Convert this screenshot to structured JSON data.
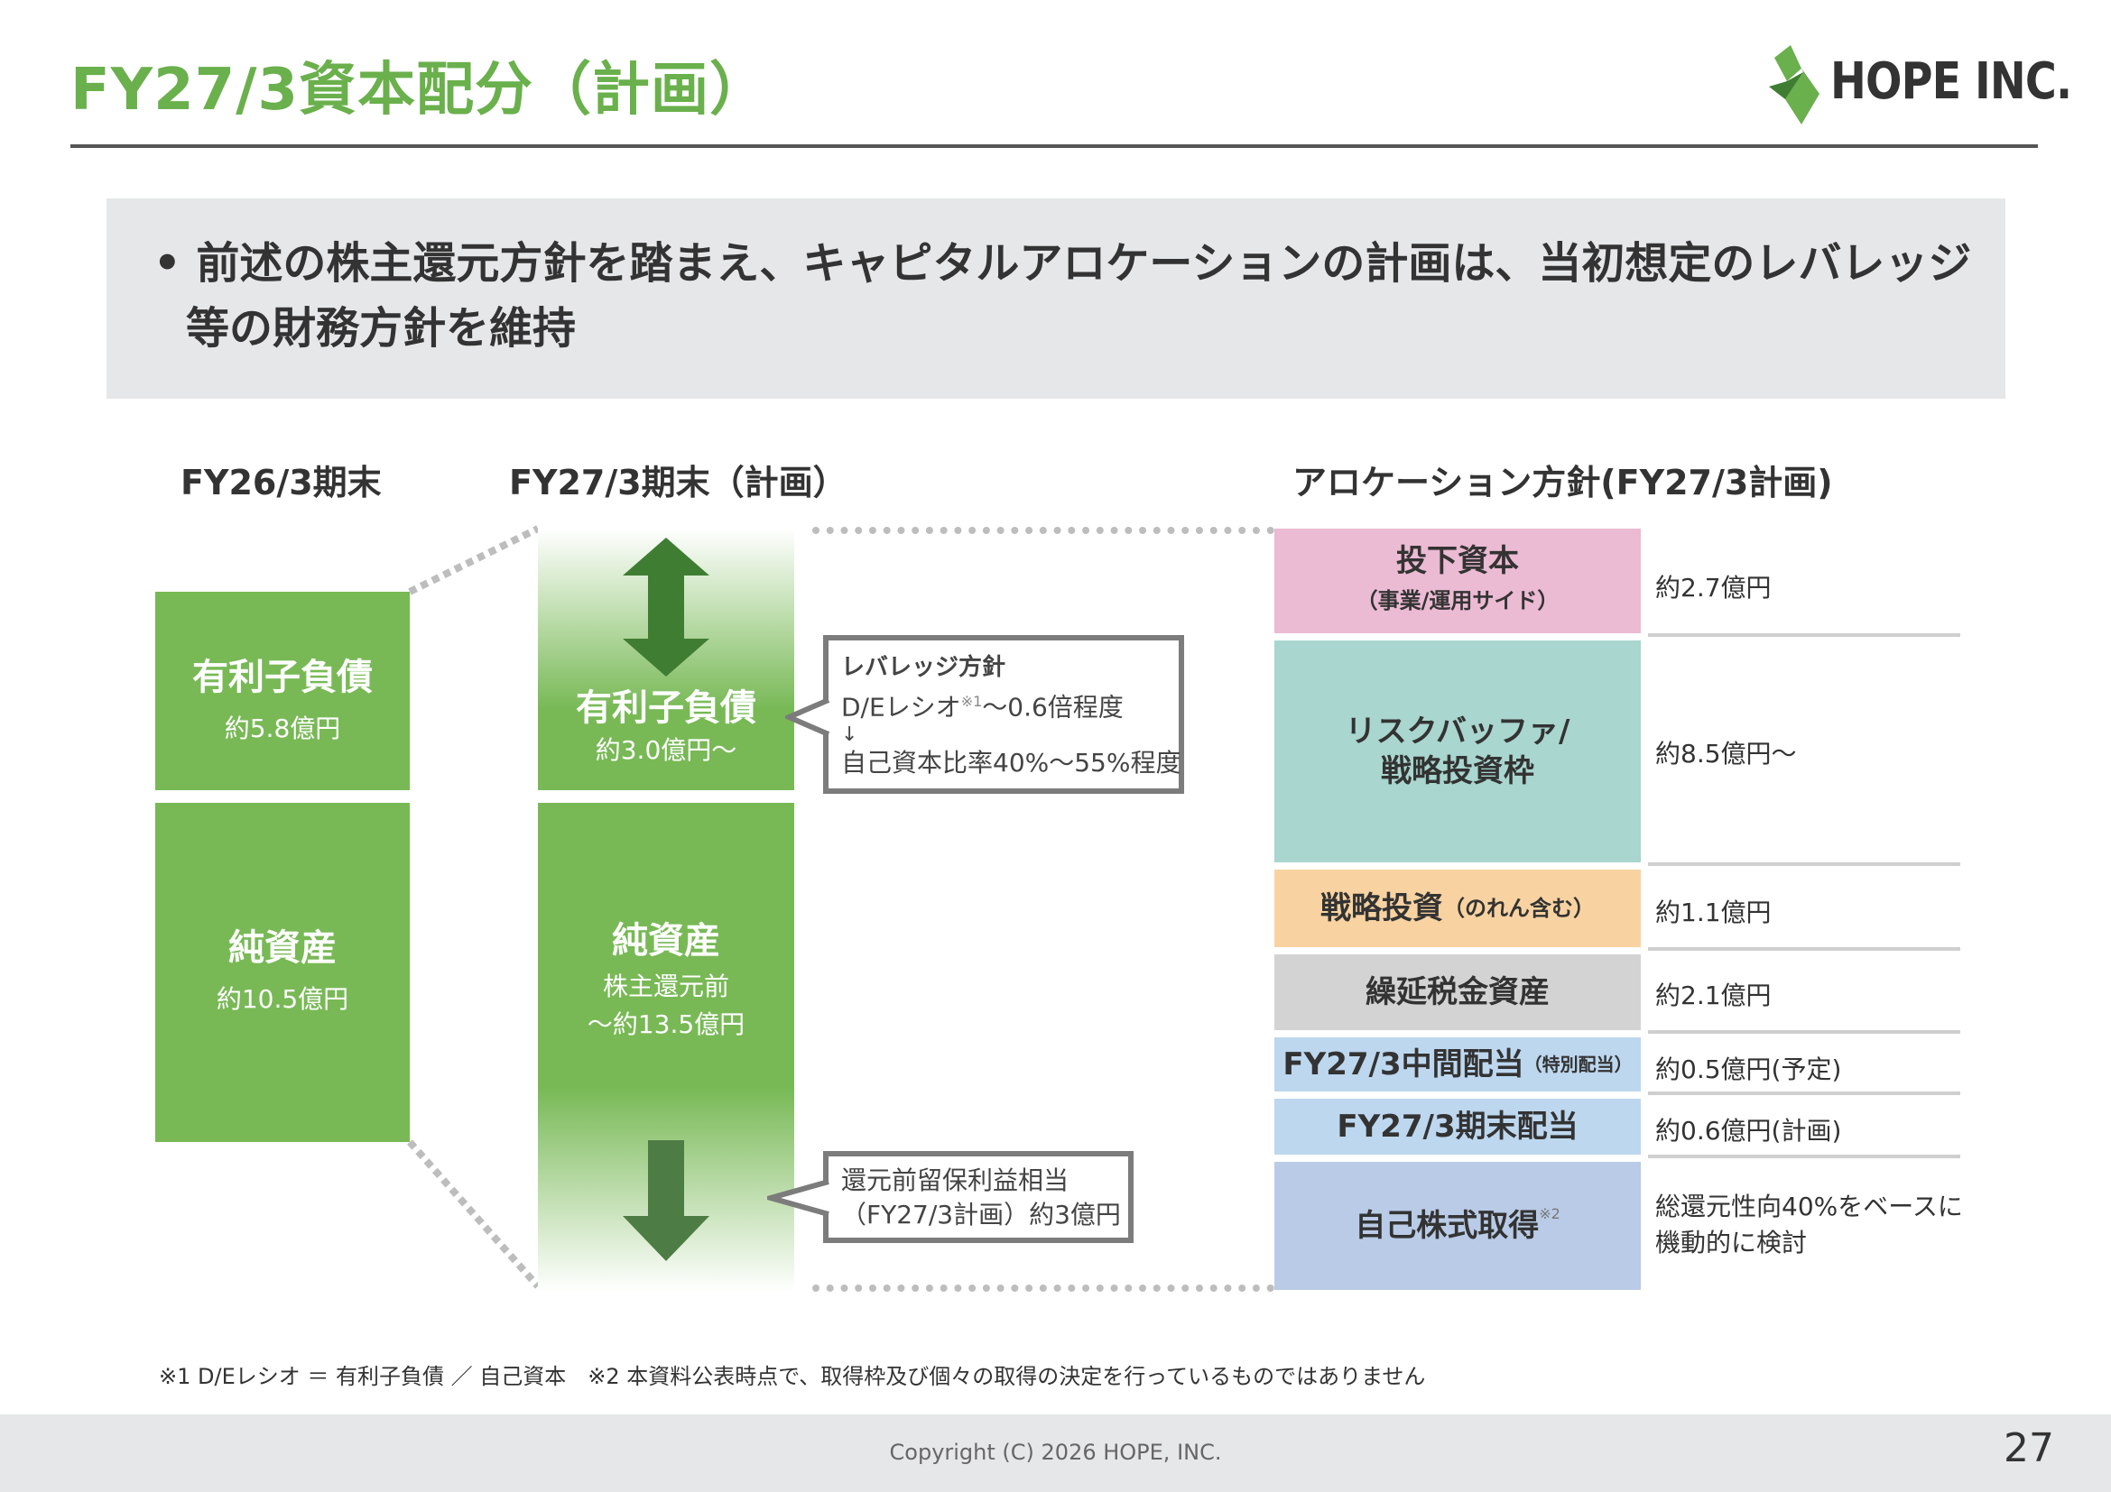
{
  "header": {
    "title": "FY27/3資本配分（計画）",
    "logo_text": "HOPE INC."
  },
  "summary": {
    "line1": "• 前述の株主還元方針を踏まえ、キャピタルアロケーションの計画は、当初想定のレバレッジ",
    "line2": "等の財務方針を維持"
  },
  "columns": {
    "fy26": "FY26/3期末",
    "fy27": "FY27/3期末（計画）",
    "allocation": "アロケーション方針(FY27/3計画)"
  },
  "fy26": {
    "debt_label": "有利子負債",
    "debt_value": "約5.8億円",
    "equity_label": "純資産",
    "equity_value": "約10.5億円"
  },
  "fy27": {
    "debt_label": "有利子負債",
    "debt_value": "約3.0億円～",
    "equity_label": "純資産",
    "equity_sub1": "株主還元前",
    "equity_sub2": "～約13.5億円"
  },
  "callouts": {
    "leverage_title": "レバレッジ方針",
    "leverage_line1": "D/Eレシオ",
    "leverage_note": "※1",
    "leverage_line1b": "～0.6倍程度",
    "leverage_arrow": "↓",
    "leverage_line2": "自己資本比率40%～55%程度",
    "retained_line1": "還元前留保利益相当",
    "retained_line2": "（FY27/3計画）約3億円"
  },
  "allocation": [
    {
      "label": "投下資本",
      "sub": "（事業/運用サイド）",
      "value": "約2.7億円",
      "color": "#ebbad3"
    },
    {
      "label": "リスクバッファ/\n戦略投資枠",
      "sub": "",
      "value": "約8.5億円～",
      "color": "#a9d6cf"
    },
    {
      "label": "戦略投資",
      "sub": "（のれん含む）",
      "value": "約1.1億円",
      "color": "#f8d3a1"
    },
    {
      "label": "繰延税金資産",
      "sub": "",
      "value": "約2.1億円",
      "color": "#d3d3d3"
    },
    {
      "label": "FY27/3中間配当",
      "sub": "（特別配当）",
      "value": "約0.5億円(予定)",
      "color": "#bdd7ef"
    },
    {
      "label": "FY27/3期末配当",
      "sub": "",
      "value": "約0.6億円(計画)",
      "color": "#bdd7ef"
    },
    {
      "label": "自己株式取得",
      "sub": "※2",
      "value": "総還元性向40%をベースに\n機動的に検討",
      "color": "#b9cbe6"
    }
  ],
  "footnote": "※1 D/Eレシオ ＝ 有利子負債 ／ 自己資本　※2 本資料公表時点で、取得枠及び個々の取得の決定を行っているものではありません",
  "footer": {
    "copyright": "Copyright (C) 2026 HOPE, INC.",
    "page": "27"
  },
  "colors": {
    "brand_green": "#6ab04c",
    "block_green": "#78b956",
    "arrow_green": "#3f7d33"
  }
}
